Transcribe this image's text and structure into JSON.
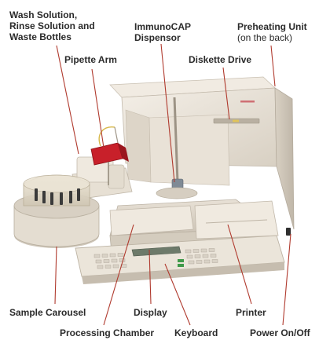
{
  "labels": {
    "wash": {
      "line1": "Wash Solution,",
      "line2": "Rinse Solution and",
      "line3": "Waste Bottles"
    },
    "pipette_arm": "Pipette Arm",
    "dispensor": {
      "line1": "ImmunoCAP",
      "line2": "Dispensor"
    },
    "preheating": {
      "line1": "Preheating Unit",
      "line2": "(on the back)"
    },
    "diskette": "Diskette Drive",
    "sample_carousel": "Sample Carousel",
    "display": "Display",
    "printer": "Printer",
    "processing_chamber": "Processing Chamber",
    "keyboard": "Keyboard",
    "power": "Power On/Off"
  },
  "colors": {
    "callout_line": "#b03a2e",
    "label_text": "#2b2b2b",
    "instrument_body": "#ece6dc",
    "pipette_arm": "#c8202a",
    "keypad_green": "#3f9a4a"
  }
}
